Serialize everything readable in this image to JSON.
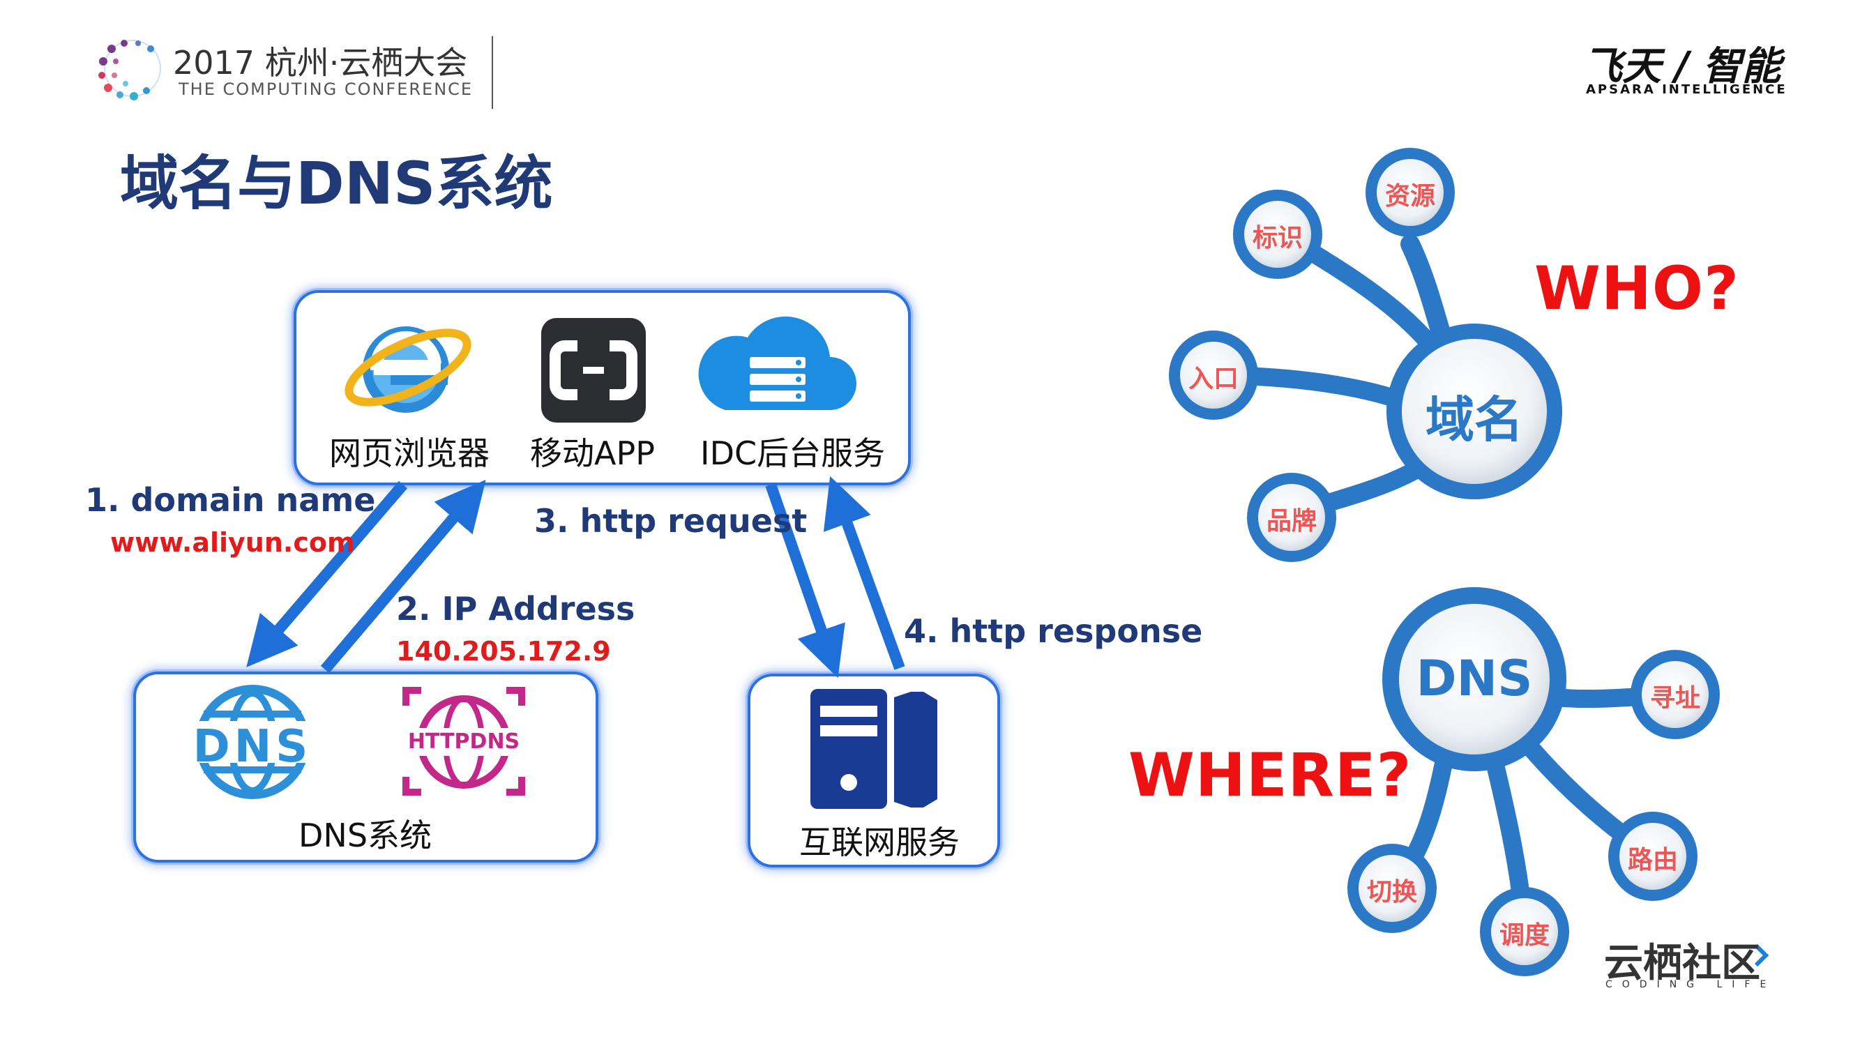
{
  "header": {
    "conference_title": "2017 杭州·云栖大会",
    "conference_subtitle": "THE COMPUTING CONFERENCE",
    "brand_top": "飞天 / 智能",
    "brand_sub": "APSARA INTELLIGENCE"
  },
  "slide": {
    "title": "域名与DNS系统"
  },
  "clients": [
    {
      "label": "网页浏览器",
      "icon": "ie-browser-icon"
    },
    {
      "label": "移动APP",
      "icon": "aliyun-app-icon"
    },
    {
      "label": "IDC后台服务",
      "icon": "cloud-server-icon"
    }
  ],
  "steps": {
    "step1": "1. domain name",
    "step1_value": "www.aliyun.com",
    "step2": "2. IP Address",
    "step2_value": "140.205.172.9",
    "step3": "3. http request",
    "step4": "4. http response"
  },
  "dns_system": {
    "label": "DNS系统",
    "dns_icon_text": "DNS",
    "httpdns_icon_text": "HTTPDNS"
  },
  "internet_service": {
    "label": "互联网服务"
  },
  "mindmap_domain": {
    "hub": "域名",
    "question": "WHO?",
    "leaves": [
      "资源",
      "标识",
      "入口",
      "品牌"
    ]
  },
  "mindmap_dns": {
    "hub": "DNS",
    "question": "WHERE?",
    "leaves": [
      "寻址",
      "路由",
      "调度",
      "切换"
    ]
  },
  "footer": {
    "logo": "云栖社区",
    "logo_sub": "CODING LIFE"
  },
  "colors": {
    "title": "#1f3a77",
    "accent_blue": "#1f6fd8",
    "red": "#e11b1b",
    "mindmap_blue": "#2a78c6"
  }
}
